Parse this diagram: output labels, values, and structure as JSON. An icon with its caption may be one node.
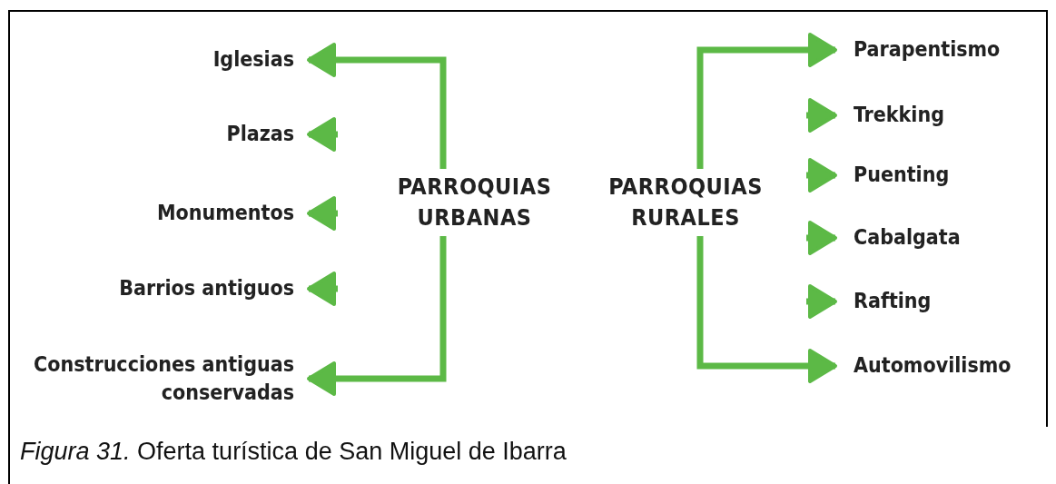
{
  "diagram": {
    "caption": "*Figura 31.* Oferta turística de San Miguel de Ibarra",
    "nodes": [
      {
        "text": [
          "PARROQUIAS URBANAS"
        ]
      },
      {
        "text": [
          "Iglesias"
        ]
      },
      {
        "text": [
          "Plazas"
        ]
      },
      {
        "text": [
          "Monumentos"
        ]
      },
      {
        "text": [
          "Barrios antiguos"
        ]
      },
      {
        "text": [
          "Construcciones antiguas conservadas"
        ]
      },
      {
        "text": [
          "PARROQUIAS RURALES"
        ]
      },
      {
        "text": [
          "Parapentismo"
        ]
      },
      {
        "text": [
          "Trekking"
        ]
      },
      {
        "text": [
          "Puenting"
        ]
      },
      {
        "text": [
          "Cabalgata"
        ]
      },
      {
        "text": [
          "Rafting"
        ]
      },
      {
        "text": [
          "Automovilismo"
        ]
      }
    ],
    "edges": [
      {
        "from": 0,
        "to": 1,
        "arrow": "to"
      },
      {
        "from": null,
        "to": 2,
        "arrow": "to"
      },
      {
        "from": null,
        "to": 3,
        "arrow": "to"
      },
      {
        "from": null,
        "to": 4,
        "arrow": "to"
      },
      {
        "from": 0,
        "to": 5,
        "arrow": "to"
      },
      {
        "from": 6,
        "to": 7,
        "arrow": "to"
      },
      {
        "from": null,
        "to": 8,
        "arrow": "to"
      },
      {
        "from": null,
        "to": 9,
        "arrow": "to"
      },
      {
        "from": null,
        "to": 10,
        "arrow": "to"
      },
      {
        "from": null,
        "to": 11,
        "arrow": "to"
      },
      {
        "from": 6,
        "to": 12,
        "arrow": "to"
      }
    ]
  }
}
